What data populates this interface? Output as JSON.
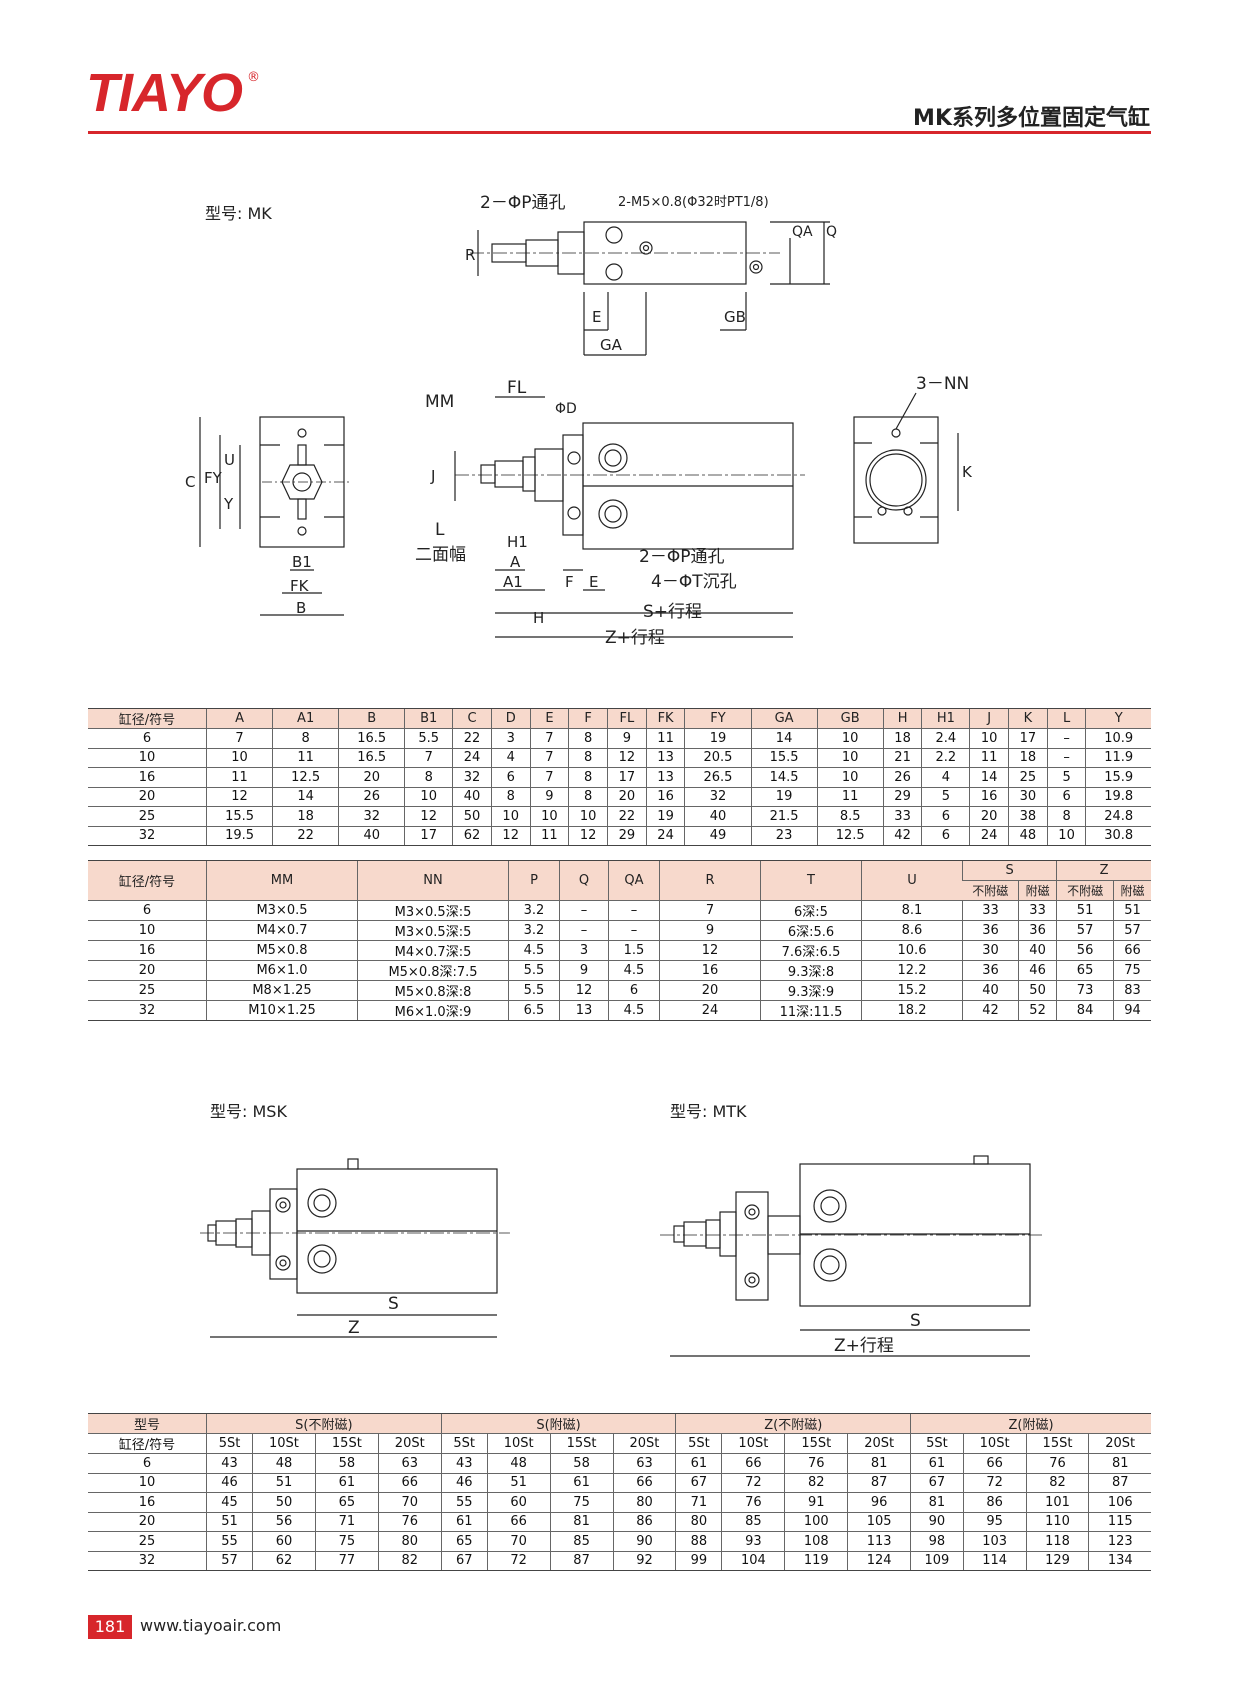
{
  "brand": {
    "logo": "TIAYO",
    "reg_mark": "®"
  },
  "header": {
    "title": "MK系列多位置固定气缸"
  },
  "models": {
    "mk": "型号: MK",
    "msk": "型号: MSK",
    "mtk": "型号: MTK"
  },
  "drawing_labels": {
    "p_through": "2－ΦP通孔",
    "port": "2-M5×0.8(Φ32时PT1/8)",
    "qa": "QA",
    "q": "Q",
    "r": "R",
    "e": "E",
    "ga": "GA",
    "gb": "GB",
    "mm": "MM",
    "fl": "FL",
    "d": "ΦD",
    "j": "J",
    "l": "L",
    "two_flat": "二面幅",
    "h1": "H1",
    "a": "A",
    "a1": "A1",
    "f": "F",
    "h": "H",
    "t_counterbore": "4－ΦT沉孔",
    "s_stroke": "S+行程",
    "z_stroke": "Z+行程",
    "nn": "3－NN",
    "k": "K",
    "c": "C",
    "fy": "FY",
    "u": "U",
    "y": "Y",
    "b1": "B1",
    "fk": "FK",
    "b": "B",
    "s": "S",
    "z": "Z"
  },
  "table1": {
    "headers": [
      "缸径/符号",
      "A",
      "A1",
      "B",
      "B1",
      "C",
      "D",
      "E",
      "F",
      "FL",
      "FK",
      "FY",
      "GA",
      "GB",
      "H",
      "H1",
      "J",
      "K",
      "L",
      "Y"
    ],
    "rows": [
      [
        "6",
        "7",
        "8",
        "16.5",
        "5.5",
        "22",
        "3",
        "7",
        "8",
        "9",
        "11",
        "19",
        "14",
        "10",
        "18",
        "2.4",
        "10",
        "17",
        "–",
        "10.9"
      ],
      [
        "10",
        "10",
        "11",
        "16.5",
        "7",
        "24",
        "4",
        "7",
        "8",
        "12",
        "13",
        "20.5",
        "15.5",
        "10",
        "21",
        "2.2",
        "11",
        "18",
        "–",
        "11.9"
      ],
      [
        "16",
        "11",
        "12.5",
        "20",
        "8",
        "32",
        "6",
        "7",
        "8",
        "17",
        "13",
        "26.5",
        "14.5",
        "10",
        "26",
        "4",
        "14",
        "25",
        "5",
        "15.9"
      ],
      [
        "20",
        "12",
        "14",
        "26",
        "10",
        "40",
        "8",
        "9",
        "8",
        "20",
        "16",
        "32",
        "19",
        "11",
        "29",
        "5",
        "16",
        "30",
        "6",
        "19.8"
      ],
      [
        "25",
        "15.5",
        "18",
        "32",
        "12",
        "50",
        "10",
        "10",
        "10",
        "22",
        "19",
        "40",
        "21.5",
        "8.5",
        "33",
        "6",
        "20",
        "38",
        "8",
        "24.8"
      ],
      [
        "32",
        "19.5",
        "22",
        "40",
        "17",
        "62",
        "12",
        "11",
        "12",
        "29",
        "24",
        "49",
        "23",
        "12.5",
        "42",
        "6",
        "24",
        "48",
        "10",
        "30.8"
      ]
    ]
  },
  "table2": {
    "headers": [
      "缸径/符号",
      "MM",
      "NN",
      "P",
      "Q",
      "QA",
      "R",
      "T",
      "U"
    ],
    "group_s": "S",
    "group_z": "Z",
    "sub": [
      "不附磁",
      "附磁",
      "不附磁",
      "附磁"
    ],
    "rows": [
      [
        "6",
        "M3×0.5",
        "M3×0.5深:5",
        "3.2",
        "–",
        "–",
        "7",
        "6深:5",
        "8.1",
        "33",
        "33",
        "51",
        "51"
      ],
      [
        "10",
        "M4×0.7",
        "M3×0.5深:5",
        "3.2",
        "–",
        "–",
        "9",
        "6深:5.6",
        "8.6",
        "36",
        "36",
        "57",
        "57"
      ],
      [
        "16",
        "M5×0.8",
        "M4×0.7深:5",
        "4.5",
        "3",
        "1.5",
        "12",
        "7.6深:6.5",
        "10.6",
        "30",
        "40",
        "56",
        "66"
      ],
      [
        "20",
        "M6×1.0",
        "M5×0.8深:7.5",
        "5.5",
        "9",
        "4.5",
        "16",
        "9.3深:8",
        "12.2",
        "36",
        "46",
        "65",
        "75"
      ],
      [
        "25",
        "M8×1.25",
        "M5×0.8深:8",
        "5.5",
        "12",
        "6",
        "20",
        "9.3深:9",
        "15.2",
        "40",
        "50",
        "73",
        "83"
      ],
      [
        "32",
        "M10×1.25",
        "M6×1.0深:9",
        "6.5",
        "13",
        "4.5",
        "24",
        "11深:11.5",
        "18.2",
        "42",
        "52",
        "84",
        "94"
      ]
    ]
  },
  "table3": {
    "corner_top": "型号",
    "corner_bottom": "缸径/符号",
    "groups": [
      "S(不附磁)",
      "S(附磁)",
      "Z(不附磁)",
      "Z(附磁)"
    ],
    "strokes": [
      "5St",
      "10St",
      "15St",
      "20St"
    ],
    "rows": [
      [
        "6",
        "43",
        "48",
        "58",
        "63",
        "43",
        "48",
        "58",
        "63",
        "61",
        "66",
        "76",
        "81",
        "61",
        "66",
        "76",
        "81"
      ],
      [
        "10",
        "46",
        "51",
        "61",
        "66",
        "46",
        "51",
        "61",
        "66",
        "67",
        "72",
        "82",
        "87",
        "67",
        "72",
        "82",
        "87"
      ],
      [
        "16",
        "45",
        "50",
        "65",
        "70",
        "55",
        "60",
        "75",
        "80",
        "71",
        "76",
        "91",
        "96",
        "81",
        "86",
        "101",
        "106"
      ],
      [
        "20",
        "51",
        "56",
        "71",
        "76",
        "61",
        "66",
        "81",
        "86",
        "80",
        "85",
        "100",
        "105",
        "90",
        "95",
        "110",
        "115"
      ],
      [
        "25",
        "55",
        "60",
        "75",
        "80",
        "65",
        "70",
        "85",
        "90",
        "88",
        "93",
        "108",
        "113",
        "98",
        "103",
        "118",
        "123"
      ],
      [
        "32",
        "57",
        "62",
        "77",
        "82",
        "67",
        "72",
        "87",
        "92",
        "99",
        "104",
        "119",
        "124",
        "109",
        "114",
        "129",
        "134"
      ]
    ]
  },
  "footer": {
    "page": "181",
    "website": "www.tiayoair.com"
  }
}
